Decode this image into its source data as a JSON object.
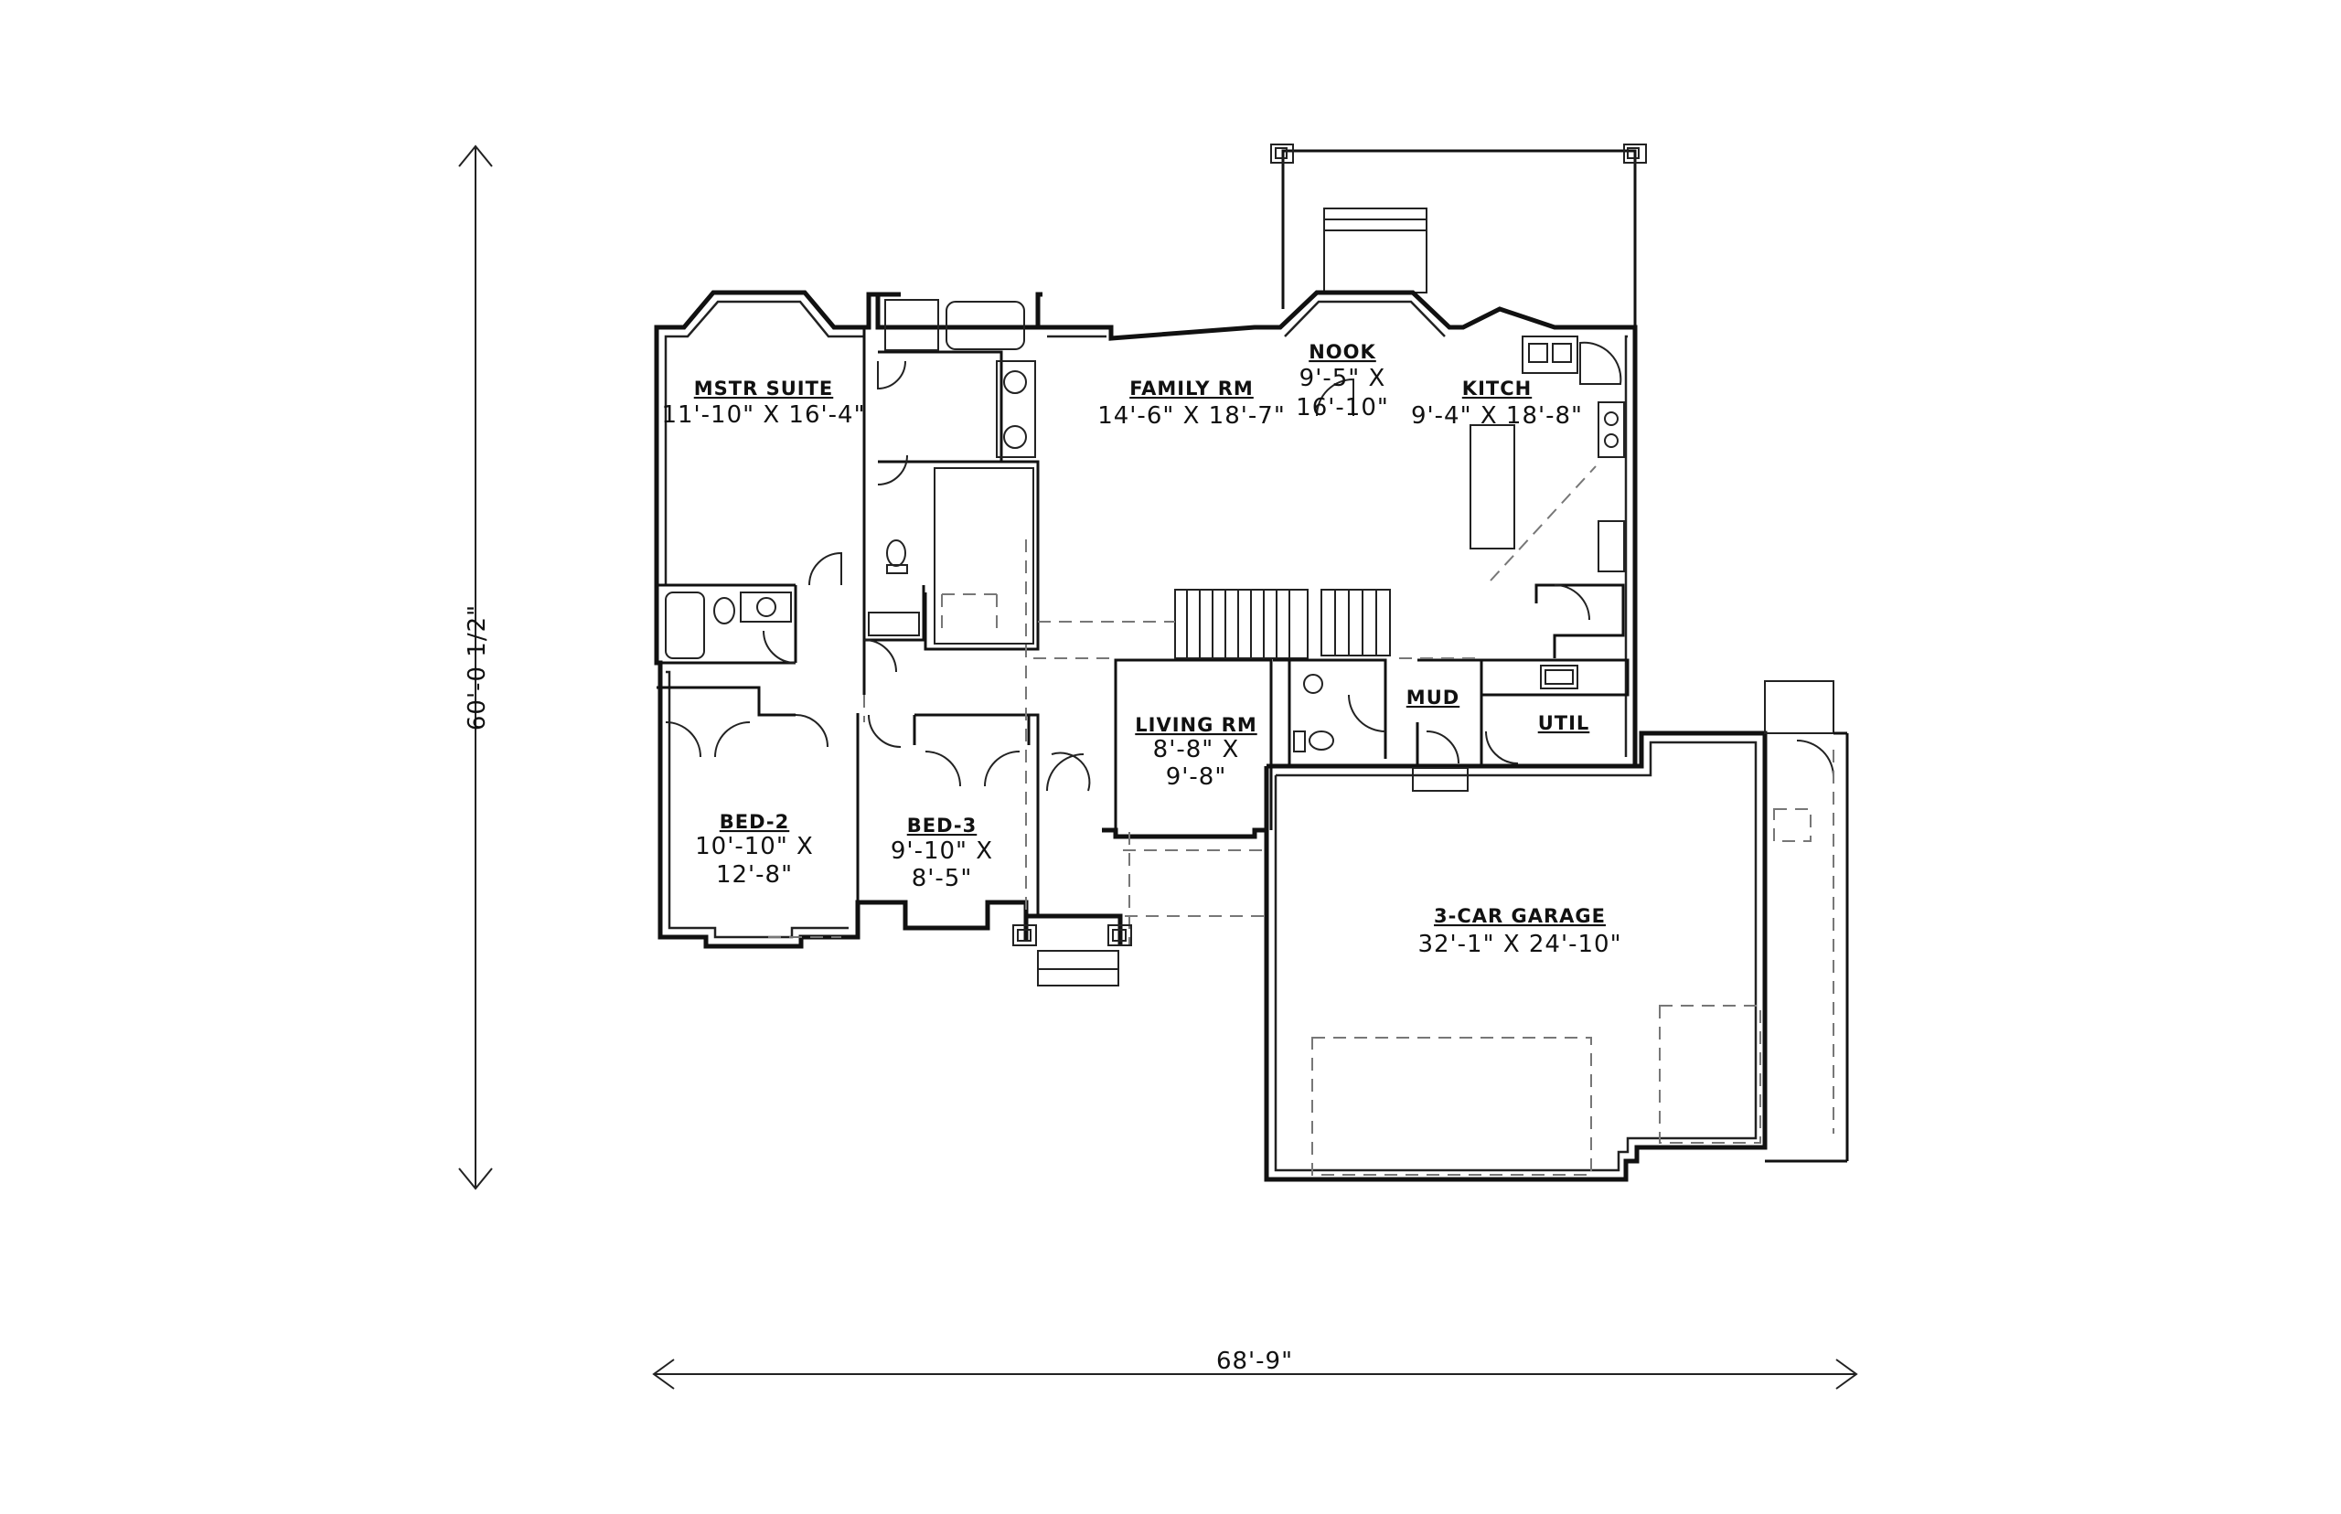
{
  "overall": {
    "height_label": "60'-0 1/2\"",
    "width_label": "68'-9\""
  },
  "rooms": {
    "mstr_suite": {
      "name": "MSTR SUITE",
      "size": "11'-10\" X 16'-4\""
    },
    "family_rm": {
      "name": "FAMILY RM",
      "size": "14'-6\" X 18'-7\""
    },
    "nook": {
      "name": "NOOK",
      "size_line1": "9'-5\" X",
      "size_line2": "16'-10\""
    },
    "kitch": {
      "name": "KITCH",
      "size": "9'-4\" X 18'-8\""
    },
    "living_rm": {
      "name": "LIVING RM",
      "size_line1": "8'-8\" X",
      "size_line2": "9'-8\""
    },
    "mud": {
      "name": "MUD"
    },
    "util": {
      "name": "UTIL"
    },
    "bed_2": {
      "name": "BED-2",
      "size_line1": "10'-10\" X",
      "size_line2": "12'-8\""
    },
    "bed_3": {
      "name": "BED-3",
      "size_line1": "9'-10\" X",
      "size_line2": "8'-5\""
    },
    "garage": {
      "name": "3-CAR GARAGE",
      "size": "32'-1\" X 24'-10\""
    }
  }
}
